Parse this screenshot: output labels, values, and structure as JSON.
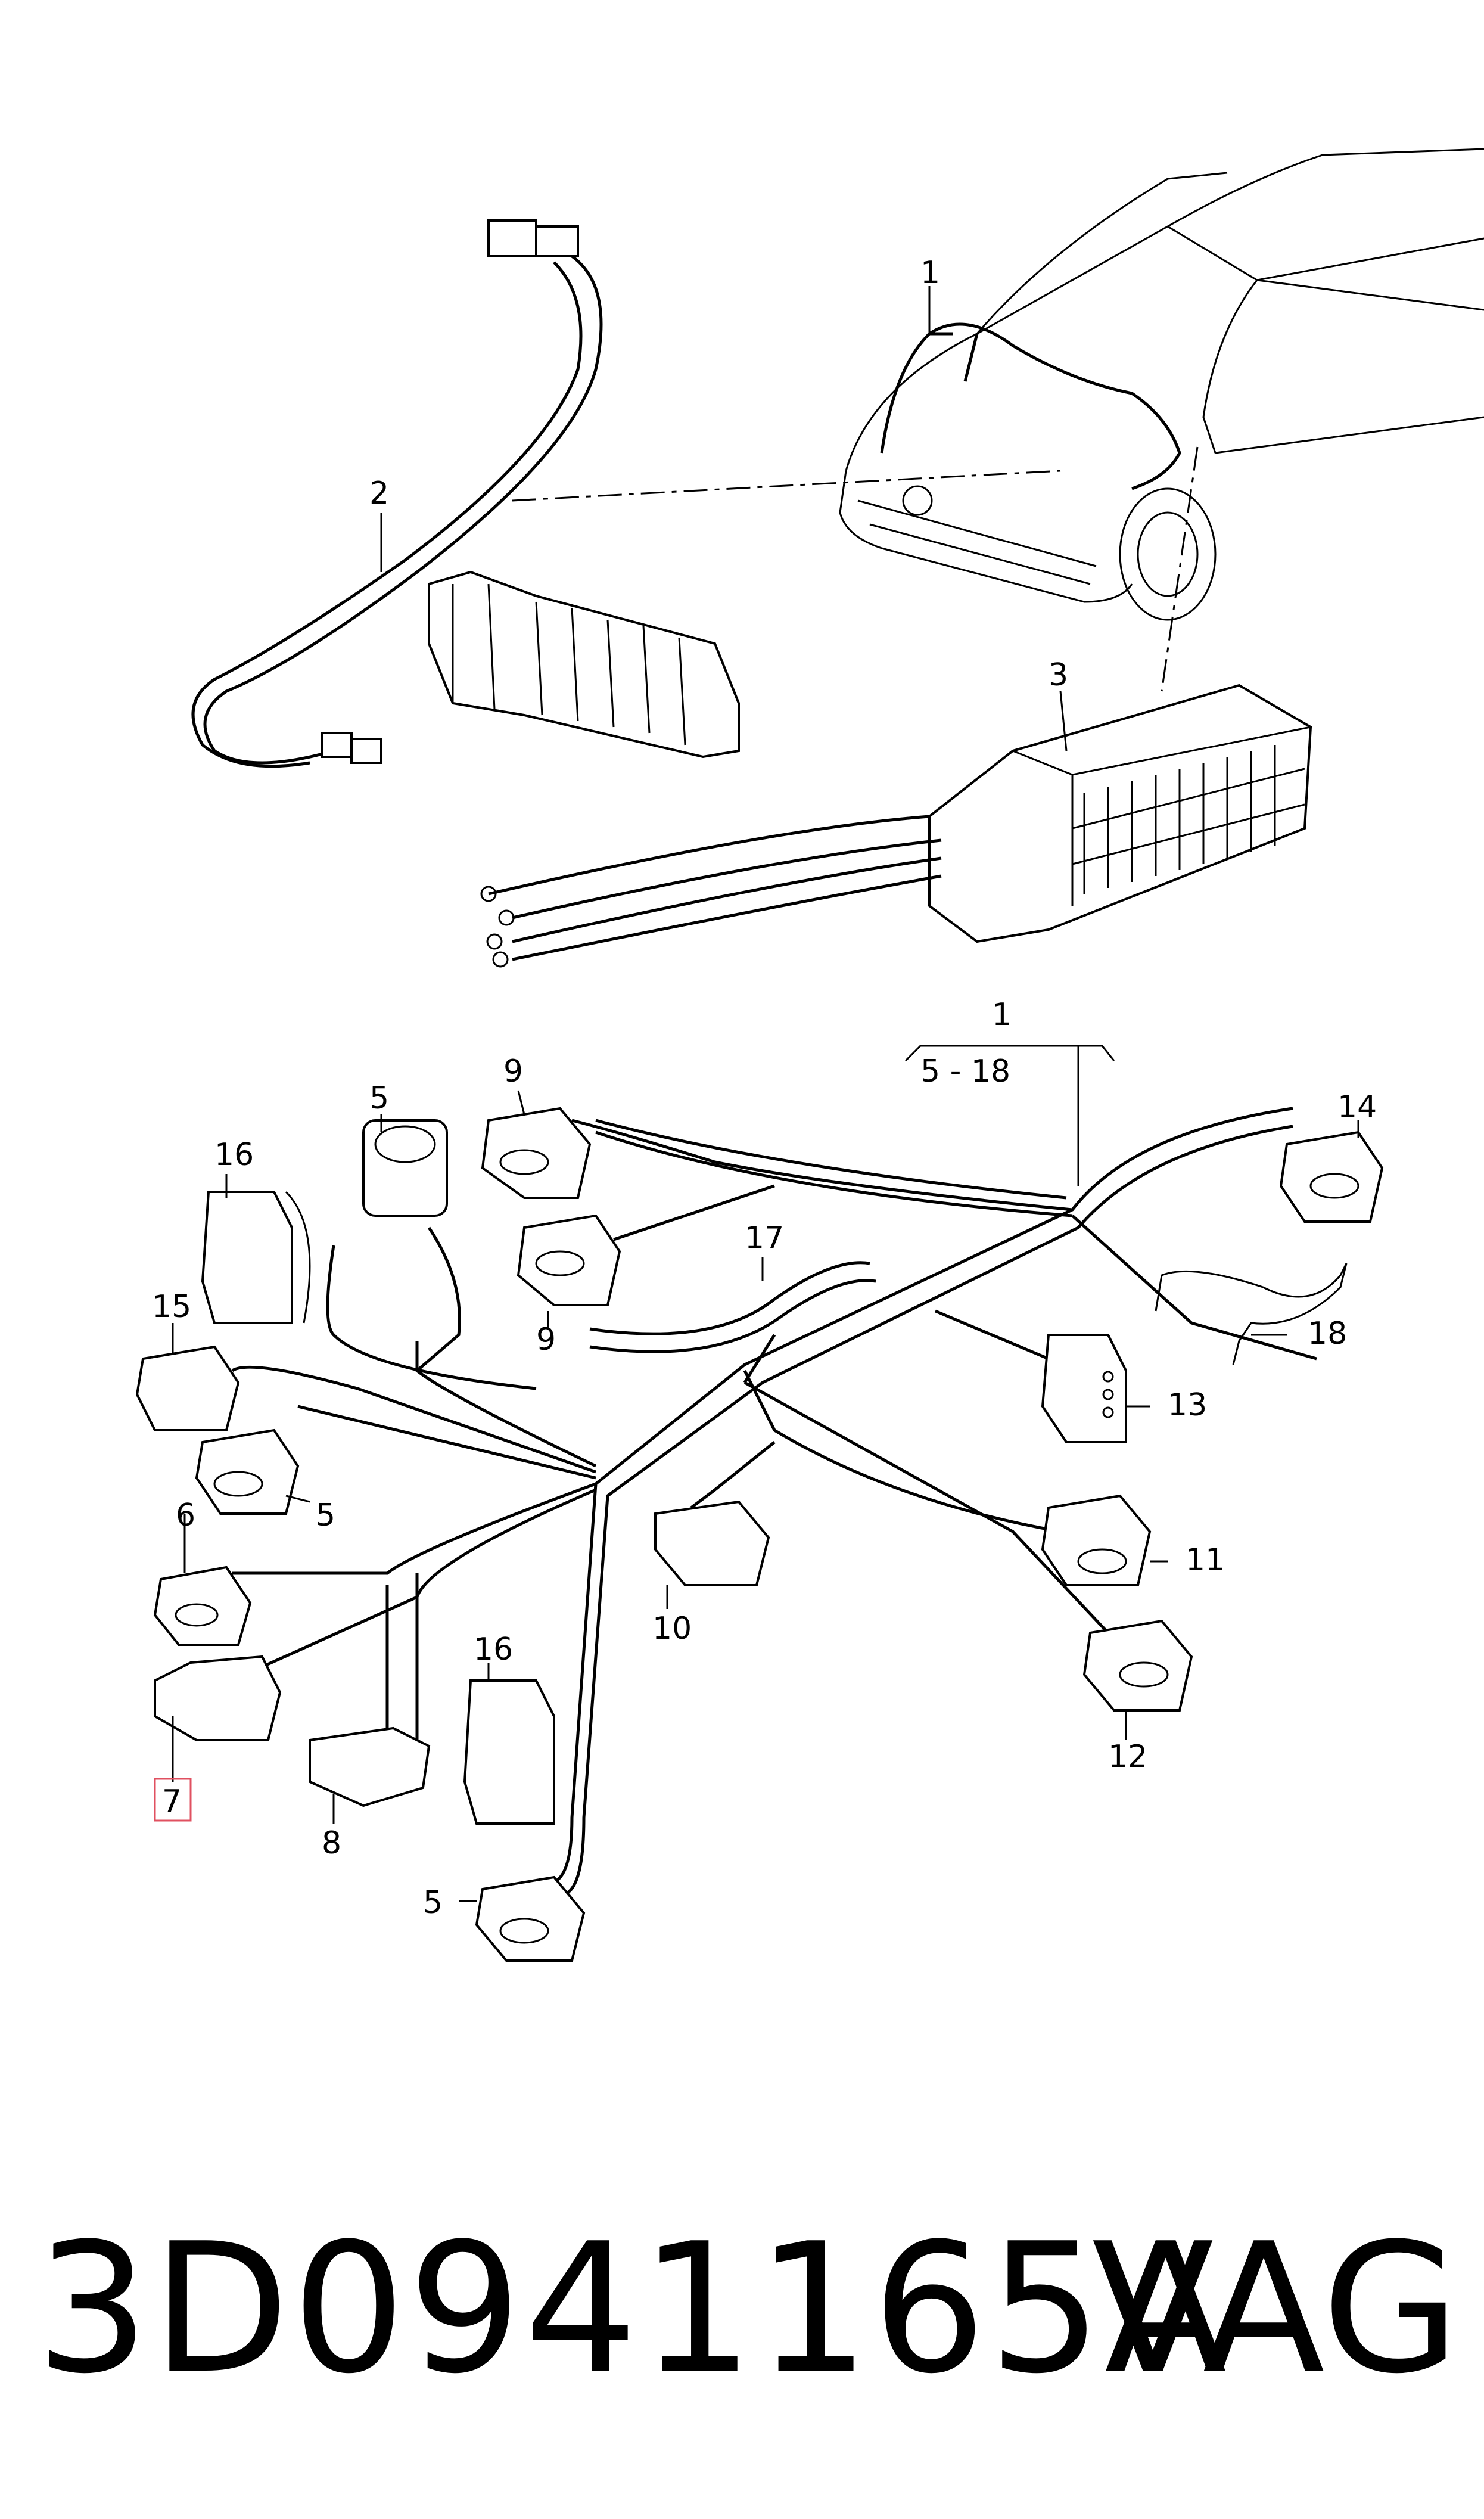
{
  "callouts": {
    "c1_top": "1",
    "c2": "2",
    "c3": "3",
    "c1_mid": "1",
    "range": "5 - 18",
    "c5_top": "5",
    "c9_top": "9",
    "c9_mid": "9",
    "c16_left": "16",
    "c15": "15",
    "c5_left": "5",
    "c6": "6",
    "c7": "7",
    "c8": "8",
    "c16_mid": "16",
    "c5_bottom": "5",
    "c17": "17",
    "c14": "14",
    "c18": "18",
    "c13": "13",
    "c10": "10",
    "c11": "11",
    "c12": "12"
  },
  "part_number": "3D0941165A",
  "brand": "VAG",
  "highlight_color": "#e05060"
}
